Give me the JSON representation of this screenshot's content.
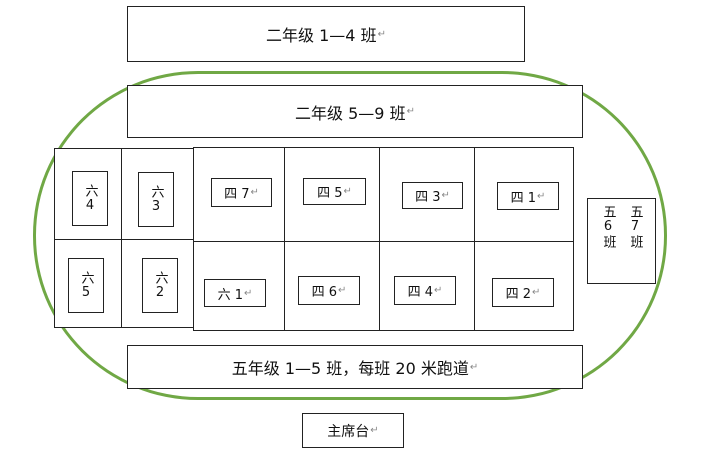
{
  "layout": {
    "top_banner": "二年级 1—4 班",
    "inner_banner": "二年级 5—9 班",
    "bottom_banner": "五年级 1—5 班，每班 20 米跑道",
    "podium": "主席台",
    "left_block": {
      "top_left": "六4",
      "top_right": "六3",
      "bottom_left": "六5",
      "bottom_right": "六2"
    },
    "middle_block_top": [
      "四 7",
      "四 5",
      "四 3",
      "四 1"
    ],
    "middle_block_bottom": [
      "六 1",
      "四 6",
      "四 4",
      "四 2"
    ],
    "right_box": {
      "col_left": "五6班",
      "col_right": "五7班"
    }
  },
  "colors": {
    "track": "#70a845",
    "border": "#222222"
  }
}
